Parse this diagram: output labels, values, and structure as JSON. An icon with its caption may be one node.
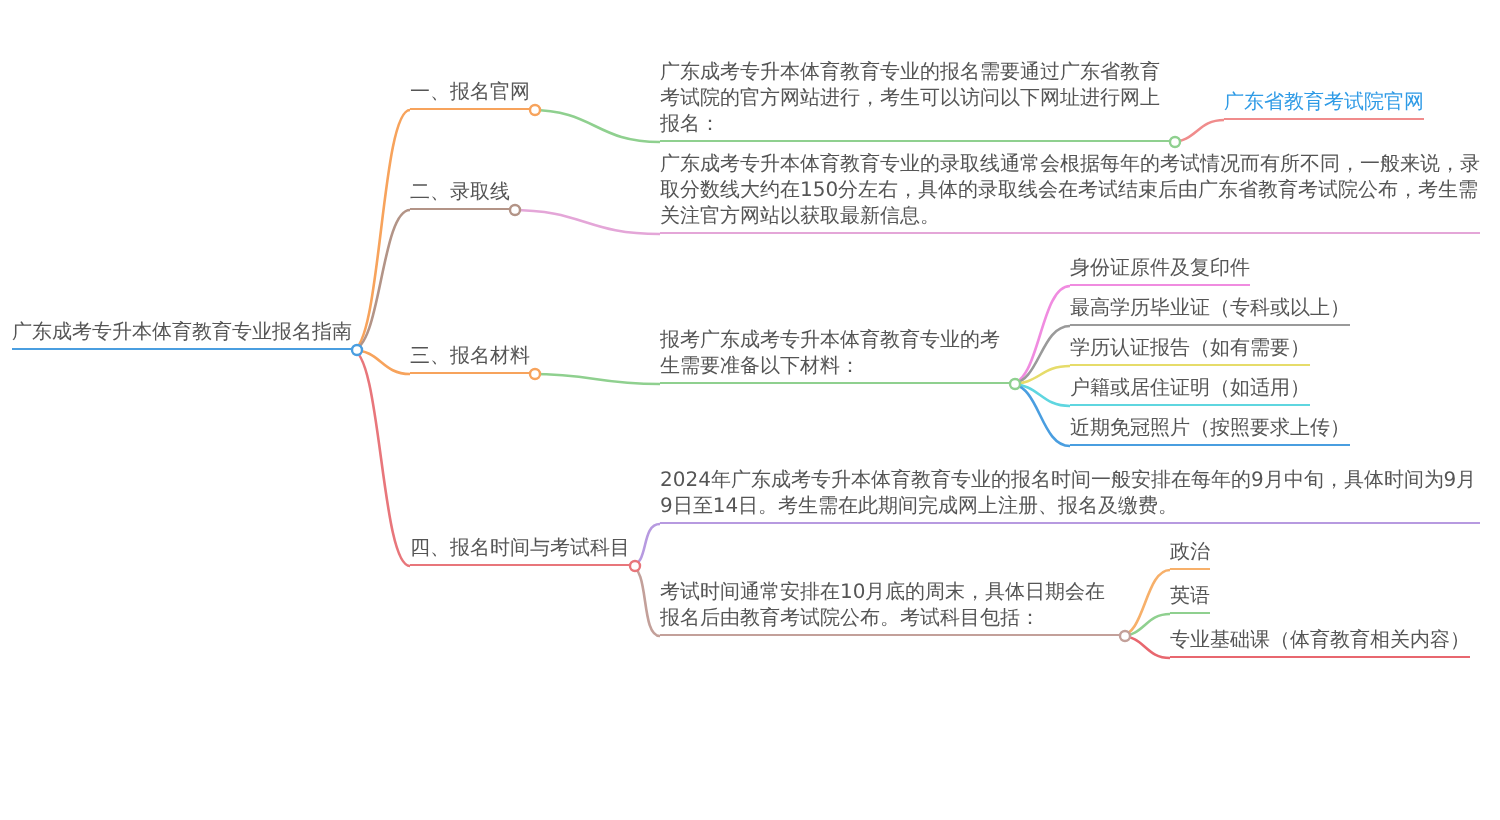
{
  "diagram": {
    "nodes": [
      {
        "text": [
          "广东成考专升本体育教育专业报名指南"
        ]
      },
      {
        "text": [
          "一、报名官网"
        ]
      },
      {
        "text": [
          "广东成考专升本体育教育专业的报名需要通过广东省教育考试院的官方网站进行，考生可以访问以下网址进行网上报名："
        ]
      },
      {
        "text": [
          "广东省教育考试院官网"
        ]
      },
      {
        "text": [
          "二、录取线"
        ]
      },
      {
        "text": [
          "广东成考专升本体育教育专业的录取线通常会根据每年的考试情况而有所不同，一般来说，录取分数线大约在150分左右，具体的录取线会在考试结束后由广东省教育考试院公布，考生需关注官方网站以获取最新信息。"
        ]
      },
      {
        "text": [
          "三、报名材料"
        ]
      },
      {
        "text": [
          "报考广东成考专升本体育教育专业的考生需要准备以下材料："
        ]
      },
      {
        "text": [
          "身份证原件及复印件"
        ]
      },
      {
        "text": [
          "最高学历毕业证（专科或以上）"
        ]
      },
      {
        "text": [
          "学历认证报告（如有需要）"
        ]
      },
      {
        "text": [
          "户籍或居住证明（如适用）"
        ]
      },
      {
        "text": [
          "近期免冠照片（按照要求上传）"
        ]
      },
      {
        "text": [
          "四、报名时间与考试科目"
        ]
      },
      {
        "text": [
          "2024年广东成考专升本体育教育专业的报名时间一般安排在每年的9月中旬，具体时间为9月9日至14日。考生需在此期间完成网上注册、报名及缴费。"
        ]
      },
      {
        "text": [
          "考试时间通常安排在10月底的周末，具体日期会在报名后由教育考试院公布。考试科目包括："
        ]
      },
      {
        "text": [
          "政治"
        ]
      },
      {
        "text": [
          "英语"
        ]
      },
      {
        "text": [
          "专业基础课（体育教育相关内容）"
        ]
      }
    ],
    "edges": [
      {
        "from": 0,
        "to": 1,
        "arrow": "none",
        "color": "#f7a35c"
      },
      {
        "from": 0,
        "to": 4,
        "arrow": "none",
        "color": "#b39487"
      },
      {
        "from": 0,
        "to": 6,
        "arrow": "none",
        "color": "#f7a35c"
      },
      {
        "from": 0,
        "to": 13,
        "arrow": "none",
        "color": "#e8767b"
      },
      {
        "from": 1,
        "to": 2,
        "arrow": "none",
        "color": "#8fd08f"
      },
      {
        "from": 2,
        "to": 3,
        "arrow": "none",
        "color": "#f08c8c"
      },
      {
        "from": 4,
        "to": 5,
        "arrow": "none",
        "color": "#e4a6d8"
      },
      {
        "from": 6,
        "to": 7,
        "arrow": "none",
        "color": "#8fd08f"
      },
      {
        "from": 7,
        "to": 8,
        "arrow": "none",
        "color": "#f08ce0"
      },
      {
        "from": 7,
        "to": 9,
        "arrow": "none",
        "color": "#9a9a9a"
      },
      {
        "from": 7,
        "to": 10,
        "arrow": "none",
        "color": "#e6dc6a"
      },
      {
        "from": 7,
        "to": 11,
        "arrow": "none",
        "color": "#5fd6e0"
      },
      {
        "from": 7,
        "to": 12,
        "arrow": "none",
        "color": "#4a9ee0"
      },
      {
        "from": 13,
        "to": 14,
        "arrow": "none",
        "color": "#b79ae0"
      },
      {
        "from": 13,
        "to": 15,
        "arrow": "none",
        "color": "#c3a09a"
      },
      {
        "from": 15,
        "to": 16,
        "arrow": "none",
        "color": "#f7b06a"
      },
      {
        "from": 15,
        "to": 17,
        "arrow": "none",
        "color": "#8fd08f"
      },
      {
        "from": 15,
        "to": 18,
        "arrow": "none",
        "color": "#e8676f"
      }
    ]
  }
}
